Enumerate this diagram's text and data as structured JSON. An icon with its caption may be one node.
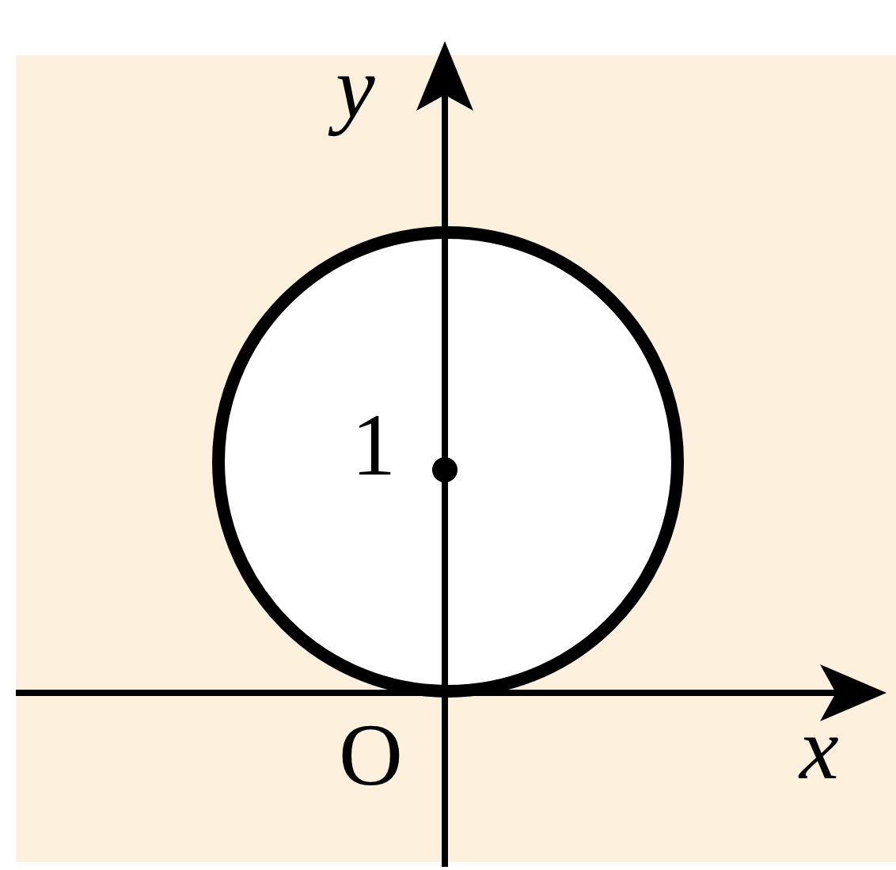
{
  "diagram": {
    "labels": [
      "y",
      "1",
      "O",
      "x"
    ]
  }
}
